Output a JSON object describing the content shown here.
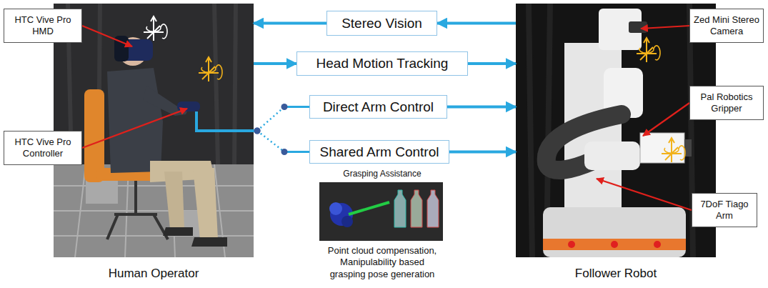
{
  "diagram": {
    "nodes": [
      {
        "text": [
          "Human Operator"
        ]
      },
      {
        "text": [
          "HTC Vive Pro HMD"
        ]
      },
      {
        "text": [
          "HTC Vive Pro Controller"
        ]
      },
      {
        "text": [
          "Stereo Vision"
        ]
      },
      {
        "text": [
          "Head Motion Tracking"
        ]
      },
      {
        "text": [
          "Direct Arm Control"
        ]
      },
      {
        "text": [
          "Shared Arm Control"
        ]
      },
      {
        "text": [
          "Follower Robot"
        ]
      },
      {
        "text": [
          "Zed Mini Stereo Camera"
        ]
      },
      {
        "text": [
          "Pal Robotics Gripper"
        ]
      },
      {
        "text": [
          "7DoF Tiago Arm"
        ]
      }
    ],
    "edges": [
      {
        "from": 7,
        "to": 3,
        "arrow": "to"
      },
      {
        "from": 3,
        "to": 0,
        "arrow": "to"
      },
      {
        "from": 0,
        "to": 4,
        "arrow": "to"
      },
      {
        "from": 4,
        "to": 7,
        "arrow": "to"
      },
      {
        "from": 0,
        "to": 5,
        "arrow": "none"
      },
      {
        "from": 5,
        "to": 7,
        "arrow": "to"
      },
      {
        "from": 0,
        "to": 6,
        "arrow": "none"
      },
      {
        "from": 6,
        "to": 7,
        "arrow": "to"
      },
      {
        "from": 1,
        "to": 0,
        "arrow": "to"
      },
      {
        "from": 2,
        "to": 0,
        "arrow": "to"
      },
      {
        "from": 8,
        "to": 7,
        "arrow": "to"
      },
      {
        "from": 9,
        "to": 7,
        "arrow": "to"
      },
      {
        "from": 10,
        "to": 7,
        "arrow": "to"
      }
    ],
    "labels": [
      "Grasping Assistance",
      "Point cloud compensation, Manipulability based grasping pose generation"
    ]
  }
}
